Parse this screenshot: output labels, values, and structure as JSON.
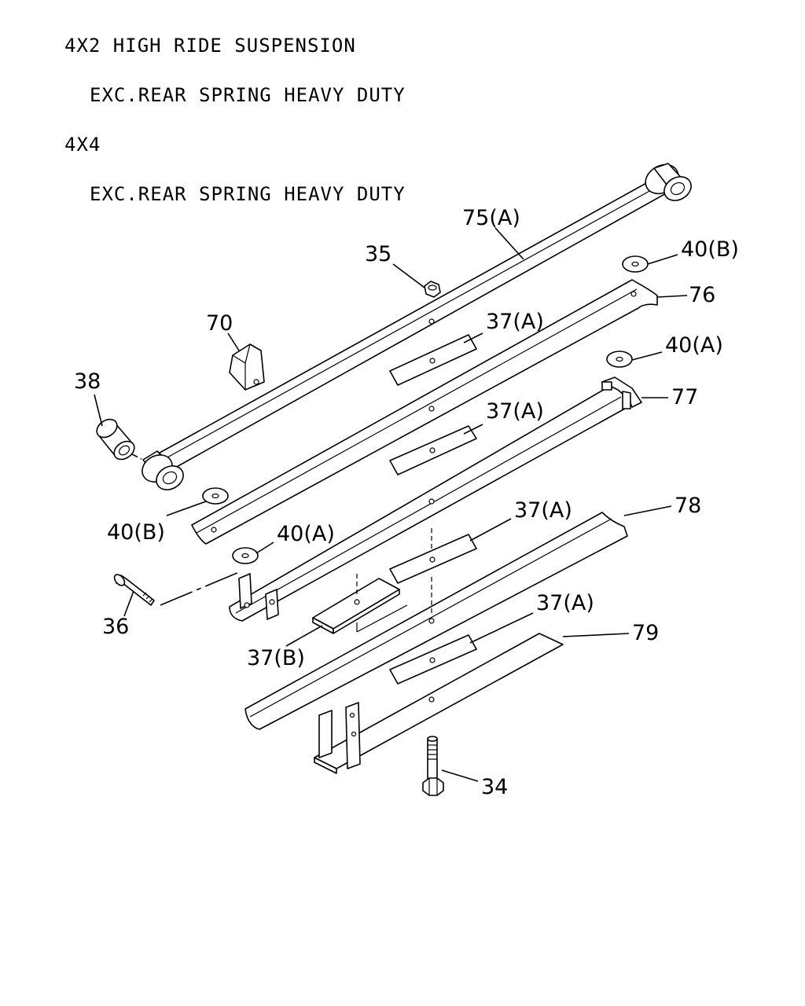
{
  "header": {
    "line1": "4X2 HIGH RIDE SUSPENSION",
    "line2": "EXC.REAR SPRING HEAVY DUTY",
    "line3": "4X4",
    "line4": "EXC.REAR SPRING HEAVY DUTY"
  },
  "callouts": {
    "c75a": "75(A)",
    "c35": "35",
    "c40b_top": "40(B)",
    "c76": "76",
    "c70": "70",
    "c37a_1": "37(A)",
    "c40a_top": "40(A)",
    "c38": "38",
    "c77": "77",
    "c37a_2": "37(A)",
    "c78": "78",
    "c37a_3": "37(A)",
    "c40b_bottom": "40(B)",
    "c40a_bottom": "40(A)",
    "c36": "36",
    "c37a_4": "37(A)",
    "c79": "79",
    "c37b": "37(B)",
    "c34": "34"
  }
}
